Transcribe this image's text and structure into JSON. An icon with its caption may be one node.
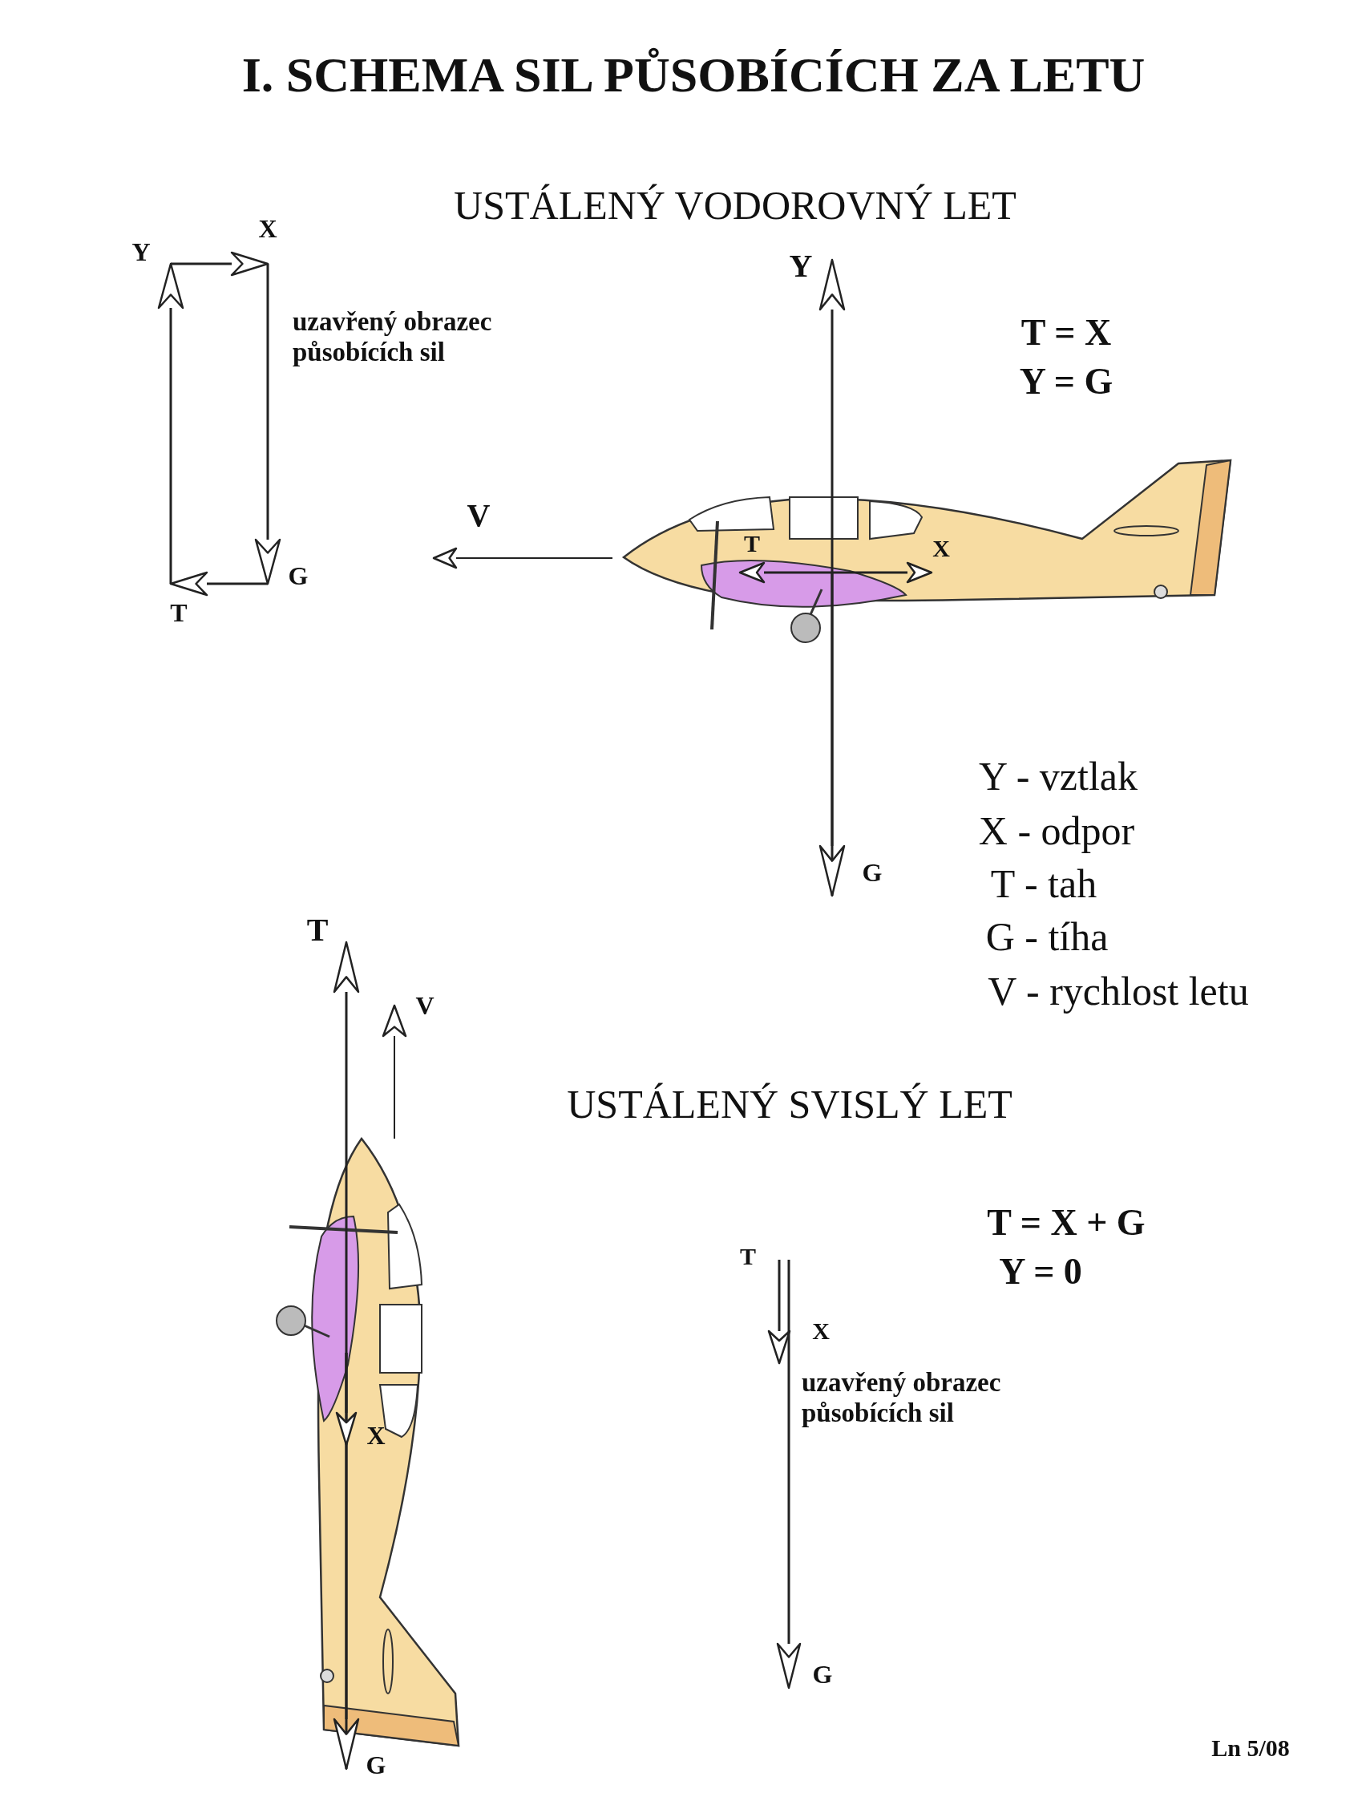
{
  "diagram": {
    "title": "I. SCHEMA SIL PŮSOBÍCÍCH ZA LETU",
    "labels": [
      "USTÁLENÝ VODOROVNÝ LET",
      "Y",
      "X",
      "uzavřený obrazec působících sil",
      "Y",
      "T = X",
      "Y = G",
      "V",
      "T",
      "X",
      "G",
      "T",
      "G",
      "Y - vztlak",
      "X - odpor",
      "T - tah",
      "G - tíha",
      "V - rychlost letu",
      "T",
      "V",
      "USTÁLENÝ SVISLÝ LET",
      "T = X + G",
      "Y = 0",
      "T",
      "X",
      "uzavřený obrazec působících sil",
      "X",
      "G",
      "G",
      "Ln 5/08"
    ]
  }
}
